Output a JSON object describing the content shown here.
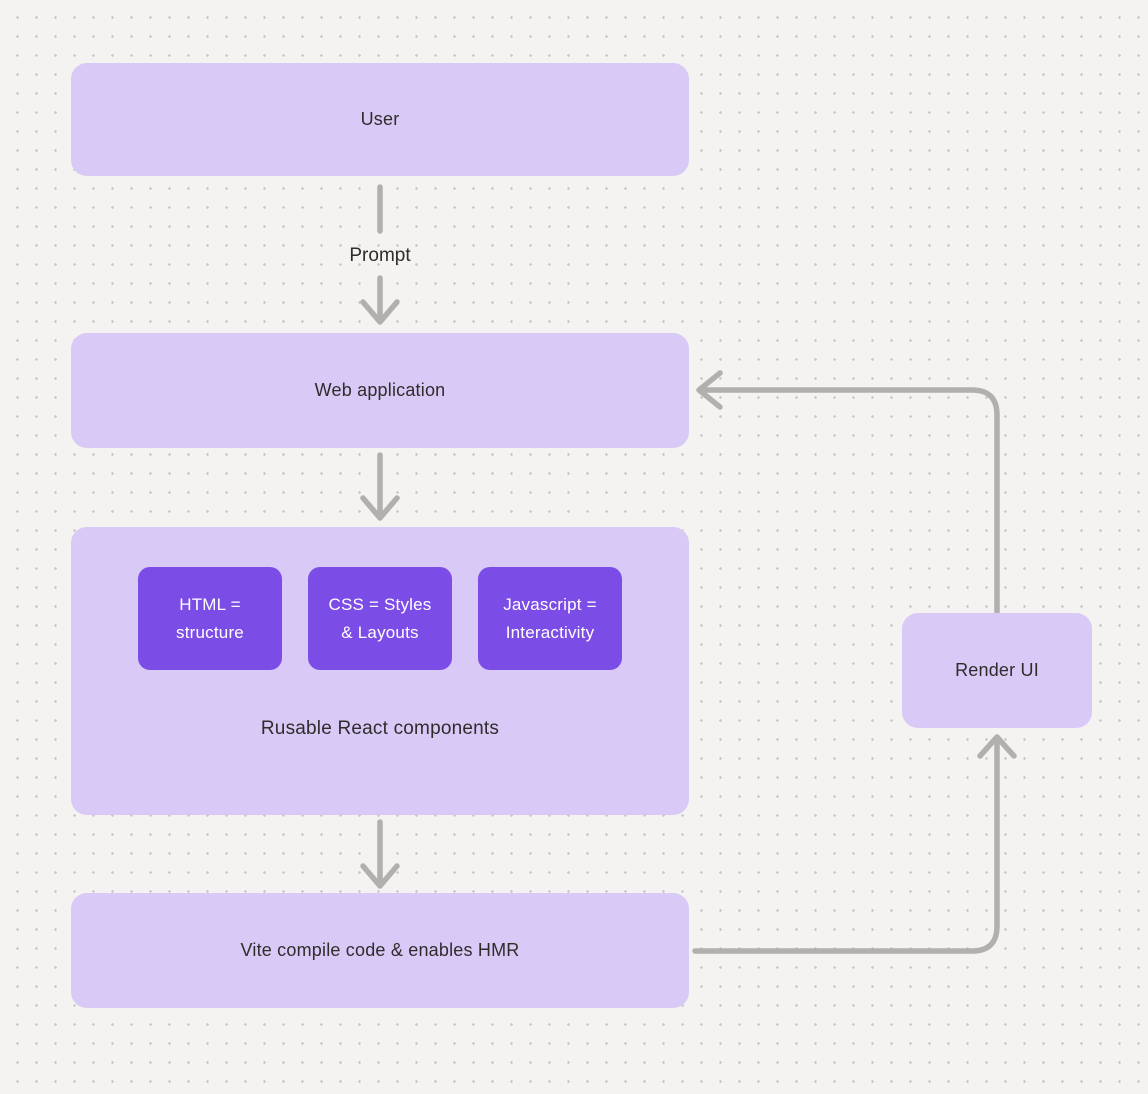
{
  "diagram": {
    "background": {
      "color": "#f4f3f1",
      "dot_color": "#c7c6c4"
    },
    "colors": {
      "node_fill": "#d8c9f6",
      "chip_fill": "#7c4ce6",
      "chip_text": "#ffffff",
      "connector": "#b1b0ae",
      "label_text": "#2e2d2b"
    },
    "nodes": {
      "user": {
        "label": "User"
      },
      "web_application": {
        "label": "Web application"
      },
      "components": {
        "caption": "Rusable React components",
        "chips": [
          {
            "line1": "HTML =",
            "line2": "structure"
          },
          {
            "line1": "CSS = Styles",
            "line2": "& Layouts"
          },
          {
            "line1": "Javascript =",
            "line2": "Interactivity"
          }
        ]
      },
      "vite": {
        "label": "Vite compile code & enables HMR"
      },
      "render_ui": {
        "label": "Render UI"
      }
    },
    "edges": {
      "user_to_webapp_label": "Prompt"
    }
  }
}
